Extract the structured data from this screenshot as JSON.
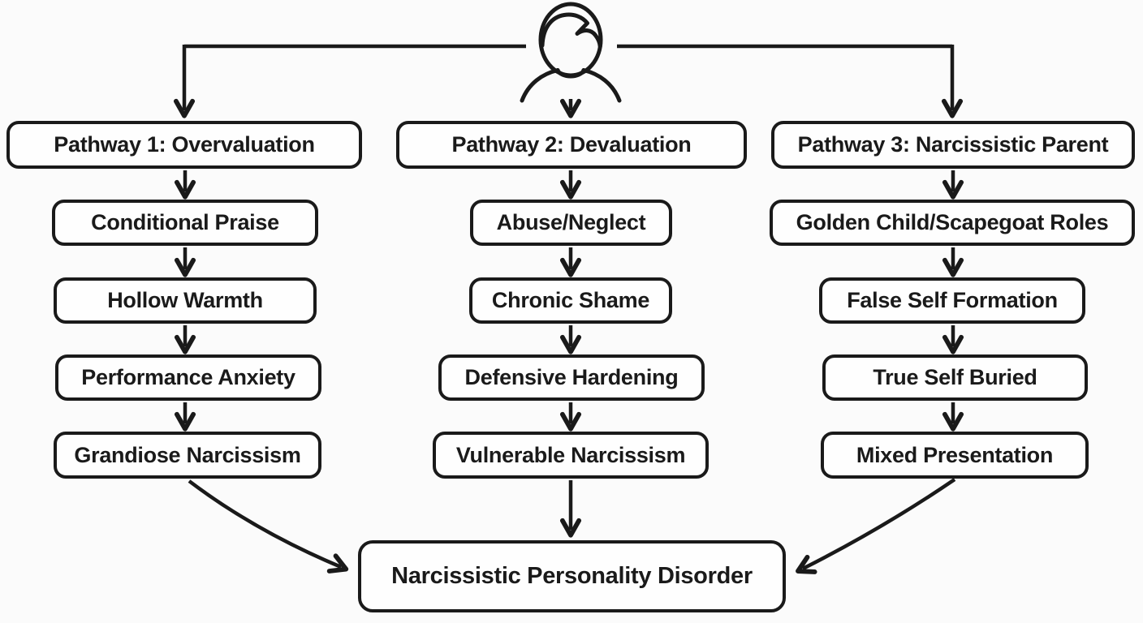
{
  "diagram": {
    "root_icon": "child-person",
    "columns": [
      {
        "header": "Pathway 1: Overvaluation",
        "steps": [
          "Conditional Praise",
          "Hollow Warmth",
          "Performance Anxiety",
          "Grandiose Narcissism"
        ]
      },
      {
        "header": "Pathway 2: Devaluation",
        "steps": [
          "Abuse/Neglect",
          "Chronic Shame",
          "Defensive Hardening",
          "Vulnerable Narcissism"
        ]
      },
      {
        "header": "Pathway 3: Narcissistic Parent",
        "steps": [
          "Golden Child/Scapegoat Roles",
          "False Self Formation",
          "True Self Buried",
          "Mixed Presentation"
        ]
      }
    ],
    "outcome": "Narcissistic Personality Disorder"
  },
  "colors": {
    "ink": "#1a1a1a",
    "background": "#fbfbfb",
    "box_fill": "#fefefe"
  }
}
